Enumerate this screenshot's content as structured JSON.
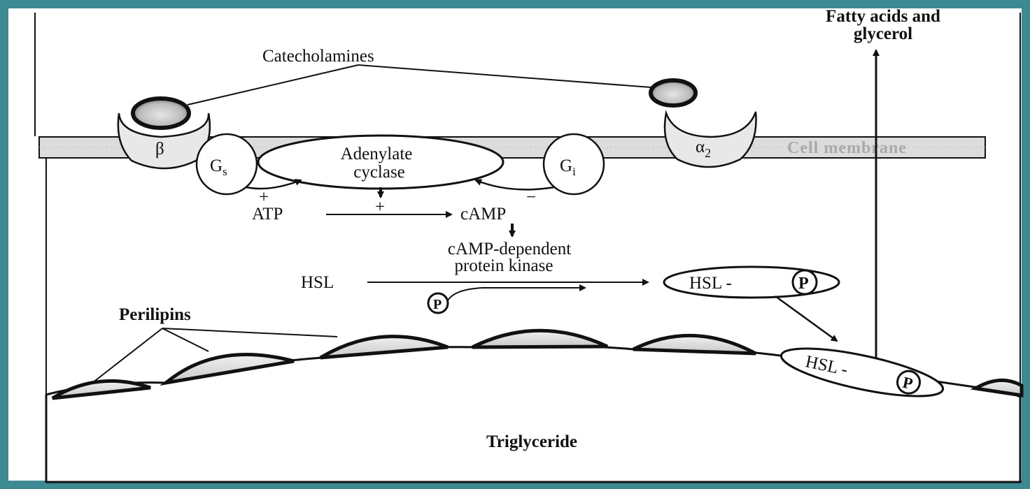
{
  "labels": {
    "catecholamines": "Catecholamines",
    "fatty_acids_line1": "Fatty acids and",
    "fatty_acids_line2": "glycerol",
    "beta": "β",
    "alpha_main": "α",
    "alpha_sub": "2",
    "cell_membrane": "Cell membrane",
    "gs_main": "G",
    "gs_sub": "s",
    "gi_main": "G",
    "gi_sub": "i",
    "adenylate": "Adenylate",
    "cyclase": "cyclase",
    "plus_gs": "+",
    "plus_center": "+",
    "minus_gi": "−",
    "atp": "ATP",
    "camp": "cAMP",
    "pka_line1": "cAMP-dependent",
    "pka_line2": "protein kinase",
    "hsl": "HSL",
    "hsl_p_1": "HSL -",
    "p_circle_1": "P",
    "p_free": "P",
    "hsl_p_2": "HSL -",
    "p_circle_2": "P",
    "perilipins": "Perilipins",
    "triglyceride": "Triglyceride"
  },
  "colors": {
    "frame": "#3d8a93",
    "ink": "#111111",
    "membrane_fill": "#dcdcdc",
    "perilipin_fill": "#d9d9d9",
    "membrane_text": "#aaaaaa"
  }
}
